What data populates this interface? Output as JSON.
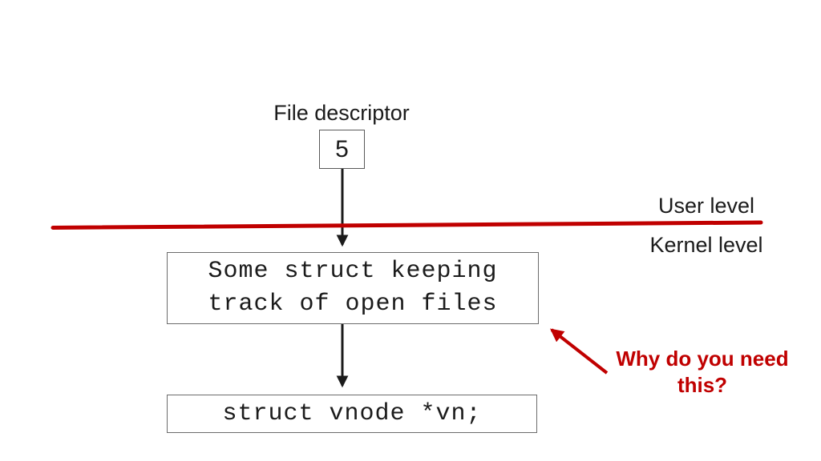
{
  "diagram": {
    "title_label": "File descriptor",
    "fd_box": {
      "value": "5"
    },
    "boundary": {
      "upper_label": "User level",
      "lower_label": "Kernel level"
    },
    "open_files_box": {
      "line1": "Some struct keeping",
      "line2": "track of open files"
    },
    "vnode_box": {
      "code": "struct vnode *vn;"
    },
    "annotation": {
      "line1": "Why do you need",
      "line2": "this?"
    },
    "colors": {
      "accent_red": "#c00000",
      "text_black": "#1b1b1b",
      "box_border": "#6b6b6b",
      "background": "#ffffff"
    }
  }
}
